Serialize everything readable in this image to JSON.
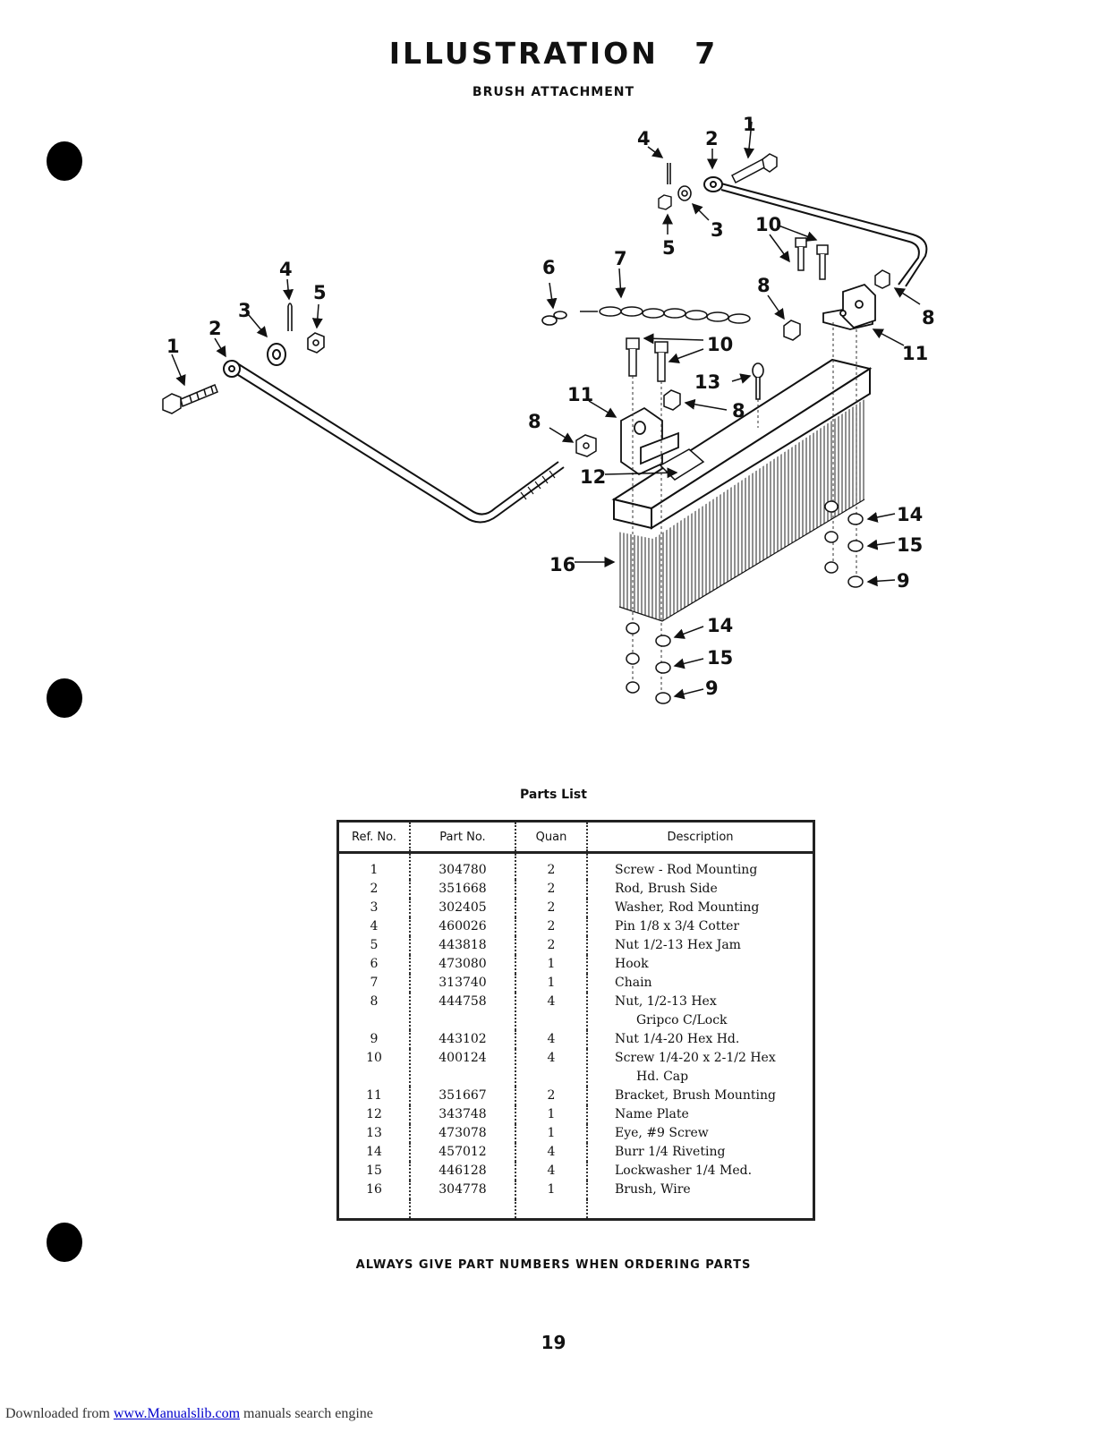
{
  "header": {
    "title": "ILLUSTRATION 7",
    "subtitle": "BRUSH ATTACHMENT"
  },
  "diagram_callouts": [
    "1",
    "2",
    "3",
    "4",
    "5",
    "6",
    "7",
    "8",
    "9",
    "10",
    "11",
    "12",
    "13",
    "14",
    "15",
    "16"
  ],
  "parts_list": {
    "caption": "Parts List",
    "columns": [
      "Ref. No.",
      "Part No.",
      "Quan",
      "Description"
    ],
    "rows": [
      {
        "ref": "1",
        "part": "304780",
        "qty": "2",
        "desc": "Screw - Rod Mounting",
        "desc2": ""
      },
      {
        "ref": "2",
        "part": "351668",
        "qty": "2",
        "desc": "Rod, Brush Side",
        "desc2": ""
      },
      {
        "ref": "3",
        "part": "302405",
        "qty": "2",
        "desc": "Washer, Rod Mounting",
        "desc2": ""
      },
      {
        "ref": "4",
        "part": "460026",
        "qty": "2",
        "desc": "Pin 1/8 x 3/4 Cotter",
        "desc2": ""
      },
      {
        "ref": "5",
        "part": "443818",
        "qty": "2",
        "desc": "Nut 1/2-13 Hex Jam",
        "desc2": ""
      },
      {
        "ref": "6",
        "part": "473080",
        "qty": "1",
        "desc": "Hook",
        "desc2": ""
      },
      {
        "ref": "7",
        "part": "313740",
        "qty": "1",
        "desc": "Chain",
        "desc2": ""
      },
      {
        "ref": "8",
        "part": "444758",
        "qty": "4",
        "desc": "Nut, 1/2-13 Hex",
        "desc2": "Gripco C/Lock"
      },
      {
        "ref": "9",
        "part": "443102",
        "qty": "4",
        "desc": "Nut 1/4-20 Hex Hd.",
        "desc2": ""
      },
      {
        "ref": "10",
        "part": "400124",
        "qty": "4",
        "desc": "Screw 1/4-20 x 2-1/2 Hex",
        "desc2": "Hd. Cap"
      },
      {
        "ref": "11",
        "part": "351667",
        "qty": "2",
        "desc": "Bracket, Brush Mounting",
        "desc2": ""
      },
      {
        "ref": "12",
        "part": "343748",
        "qty": "1",
        "desc": "Name Plate",
        "desc2": ""
      },
      {
        "ref": "13",
        "part": "473078",
        "qty": "1",
        "desc": "Eye, #9 Screw",
        "desc2": ""
      },
      {
        "ref": "14",
        "part": "457012",
        "qty": "4",
        "desc": "Burr 1/4 Riveting",
        "desc2": ""
      },
      {
        "ref": "15",
        "part": "446128",
        "qty": "4",
        "desc": "Lockwasher 1/4 Med.",
        "desc2": ""
      },
      {
        "ref": "16",
        "part": "304778",
        "qty": "1",
        "desc": "Brush, Wire",
        "desc2": ""
      }
    ]
  },
  "footer": {
    "note": "ALWAYS GIVE PART NUMBERS WHEN ORDERING PARTS",
    "page_number": "19",
    "download_prefix": "Downloaded from ",
    "download_link": "www.Manualslib.com",
    "download_suffix": " manuals search engine"
  }
}
